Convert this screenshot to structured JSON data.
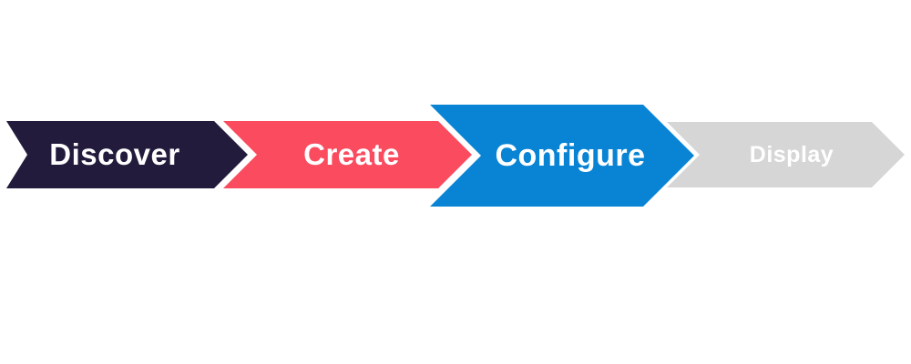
{
  "diagram": {
    "type": "process-flow-chevrons",
    "background_color": "#ffffff",
    "gap_color": "#ffffff",
    "steps": [
      {
        "label": "Discover",
        "color": "#221b3c",
        "text_color": "#ffffff",
        "emphasized": false
      },
      {
        "label": "Create",
        "color": "#fa4b5f",
        "text_color": "#ffffff",
        "emphasized": false
      },
      {
        "label": "Configure",
        "color": "#0984d5",
        "text_color": "#ffffff",
        "emphasized": true
      },
      {
        "label": "Display",
        "color": "#d6d6d6",
        "text_color": "#ffffff",
        "emphasized": false
      }
    ]
  }
}
